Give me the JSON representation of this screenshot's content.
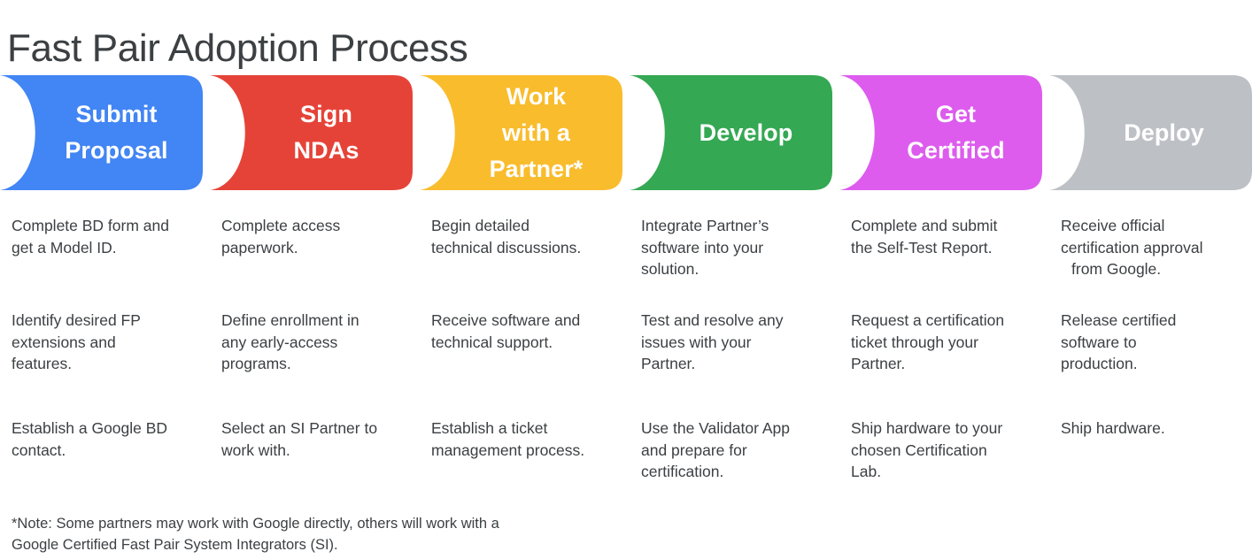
{
  "title": "Fast Pair Adoption Process",
  "theme": {
    "background": "#ffffff",
    "text_color": "#3c4043",
    "chevron_label_color": "#ffffff"
  },
  "steps": [
    {
      "id": "submit-proposal",
      "label_lines": [
        "Submit",
        "Proposal"
      ],
      "color": "#4285f4",
      "color_name": "blue"
    },
    {
      "id": "sign-ndas",
      "label_lines": [
        "Sign",
        "NDAs"
      ],
      "color": "#e64338",
      "color_name": "red"
    },
    {
      "id": "work-with-a-partner",
      "label_lines": [
        "Work",
        "with a",
        "Partner*"
      ],
      "color": "#f9bc2c",
      "color_name": "yellow"
    },
    {
      "id": "develop",
      "label_lines": [
        "Develop"
      ],
      "color": "#34a853",
      "color_name": "green"
    },
    {
      "id": "get-certified",
      "label_lines": [
        "Get",
        "Certified"
      ],
      "color": "#dd5cee",
      "color_name": "magenta"
    },
    {
      "id": "deploy",
      "label_lines": [
        "Deploy"
      ],
      "color": "#bdc1c6",
      "color_name": "gray"
    }
  ],
  "columns": [
    {
      "step_id": "submit-proposal",
      "bullets": [
        {
          "lines": [
            "Complete BD form and",
            "get a Model ID."
          ]
        },
        {
          "lines": [
            "Identify desired FP",
            "extensions and",
            "features."
          ]
        },
        {
          "lines": [
            "Establish a Google BD",
            "contact."
          ]
        }
      ]
    },
    {
      "step_id": "sign-ndas",
      "bullets": [
        {
          "lines": [
            "Complete access",
            "paperwork."
          ]
        },
        {
          "lines": [
            "Define enrollment in",
            "any early-access",
            "programs."
          ]
        },
        {
          "lines": [
            "Select an SI Partner to",
            "work with."
          ]
        }
      ]
    },
    {
      "step_id": "work-with-a-partner",
      "bullets": [
        {
          "lines": [
            "Begin detailed",
            "technical discussions."
          ]
        },
        {
          "lines": [
            "Receive software and",
            "technical support."
          ]
        },
        {
          "lines": [
            "Establish a ticket",
            "management process."
          ]
        }
      ]
    },
    {
      "step_id": "develop",
      "bullets": [
        {
          "lines": [
            "Integrate Partner’s",
            "software into your",
            "solution."
          ]
        },
        {
          "lines": [
            "Test and resolve any",
            "issues with your",
            "Partner."
          ]
        },
        {
          "lines": [
            "Use the Validator App",
            "and prepare for",
            "certification."
          ]
        }
      ]
    },
    {
      "step_id": "get-certified",
      "bullets": [
        {
          "lines": [
            "Complete and submit",
            "the Self-Test Report."
          ]
        },
        {
          "lines": [
            "Request a certification",
            "ticket through your",
            "Partner."
          ]
        },
        {
          "lines": [
            "Ship hardware to your",
            "chosen Certification",
            "Lab."
          ]
        }
      ]
    },
    {
      "step_id": "deploy",
      "bullets": [
        {
          "lines": [
            "Receive official",
            "certification approval",
            "from Google."
          ],
          "indent_from": 2
        },
        {
          "lines": [
            "Release certified",
            "software to",
            "production."
          ]
        },
        {
          "lines": [
            "Ship hardware."
          ]
        }
      ]
    }
  ],
  "footnote": {
    "lines": [
      "*Note: Some partners may work with Google directly, others will work with a",
      "Google Certified Fast Pair System Integrators (SI)."
    ]
  }
}
